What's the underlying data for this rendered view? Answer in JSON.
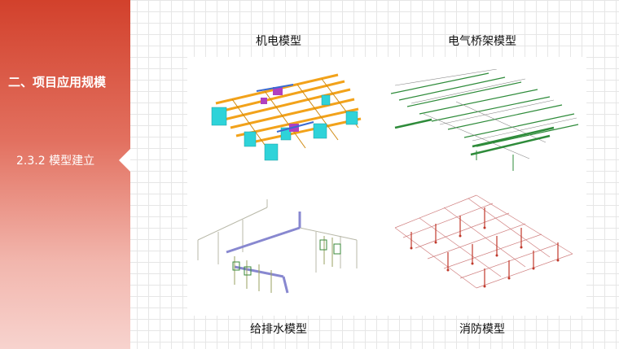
{
  "sidebar": {
    "section_title": "二、项目应用规模",
    "subsection": "2.3.2 模型建立"
  },
  "models": [
    {
      "caption": "机电模型",
      "icon": "mep-model-image"
    },
    {
      "caption": "电气桥架模型",
      "icon": "electrical-tray-model-image"
    },
    {
      "caption": "给排水模型",
      "icon": "plumbing-model-image"
    },
    {
      "caption": "消防模型",
      "icon": "fire-protection-model-image"
    }
  ],
  "colors": {
    "sidebar_top": "#d2412c",
    "sidebar_bottom": "#f7d3ce",
    "mep_orange": "#f2a21a",
    "mep_cyan": "#2ed3d9",
    "tray_green": "#2e8b3a",
    "plumbing_purple": "#7a7ad0",
    "fire_red": "#c0392b"
  }
}
